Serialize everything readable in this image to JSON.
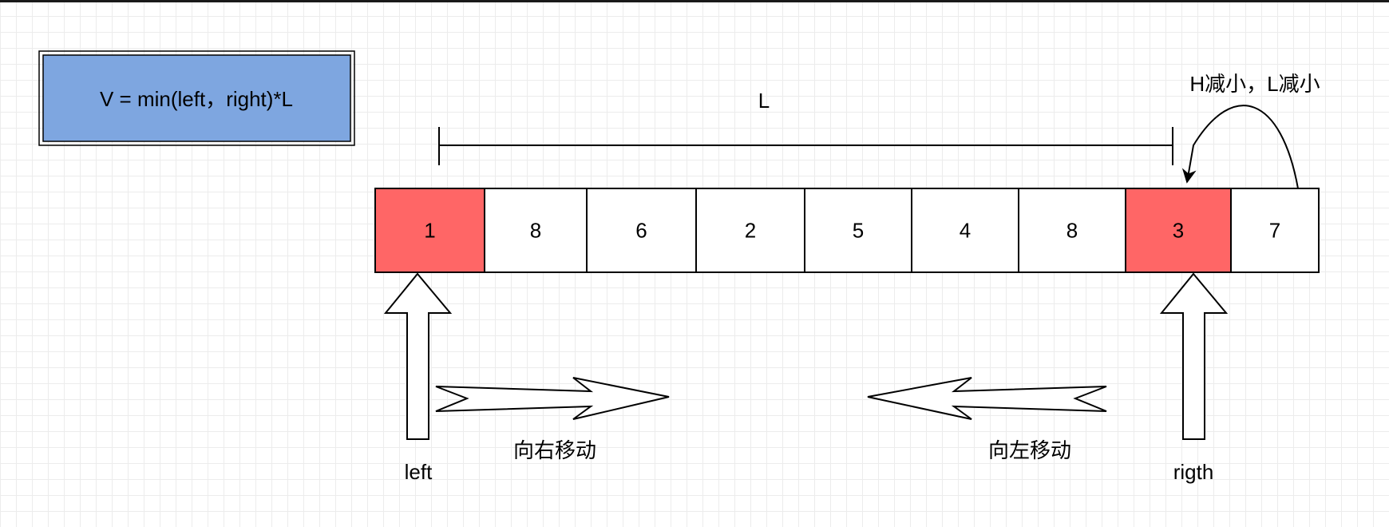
{
  "formula": "V = min(left，right)*L",
  "span_label": "L",
  "annotation": "H减小，L减小",
  "cells": [
    {
      "value": "1",
      "highlight": true
    },
    {
      "value": "8",
      "highlight": false
    },
    {
      "value": "6",
      "highlight": false
    },
    {
      "value": "2",
      "highlight": false
    },
    {
      "value": "5",
      "highlight": false
    },
    {
      "value": "4",
      "highlight": false
    },
    {
      "value": "8",
      "highlight": false
    },
    {
      "value": "3",
      "highlight": true
    },
    {
      "value": "7",
      "highlight": false
    }
  ],
  "pointers": {
    "left": "left",
    "right": "rigth"
  },
  "moves": {
    "right": "向右移动",
    "left": "向左移动"
  },
  "colors": {
    "formula_fill": "#7EA6E0",
    "highlight": "#FF6666",
    "cell": "#FFFFFF",
    "stroke": "#000000"
  }
}
